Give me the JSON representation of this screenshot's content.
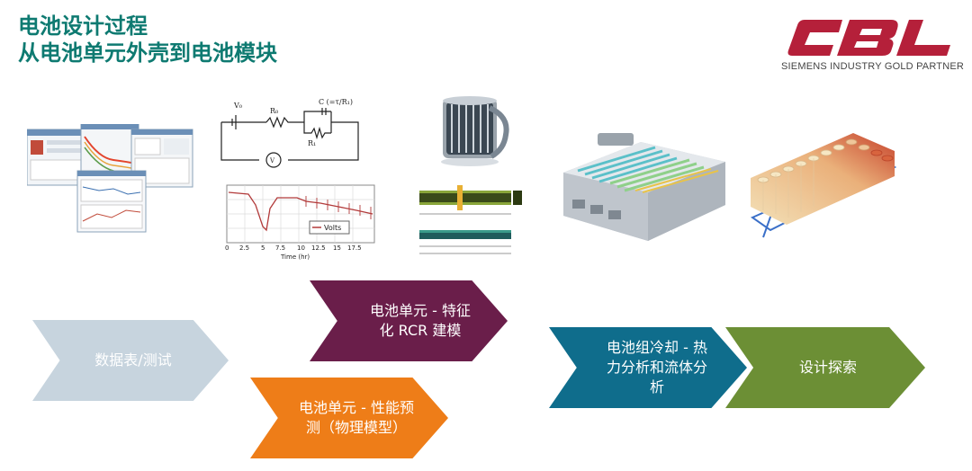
{
  "title": {
    "line1": "电池设计过程",
    "line2": "从电池单元外壳到电池模块"
  },
  "logo": {
    "brand": "CBL",
    "tagline": "SIEMENS INDUSTRY GOLD PARTNER",
    "brand_color": "#b5203a"
  },
  "chart_panel": {
    "legend": "Volts",
    "xlabel": "Time (hr)",
    "ticks": [
      "0",
      "2.5",
      "5",
      "7.5",
      "10",
      "12.5",
      "15",
      "17.5"
    ]
  },
  "steps": [
    {
      "label": "数据表/测试",
      "color": "#c7d4de"
    },
    {
      "label": "电池单元 - 特征化 RCR 建模",
      "color": "#6a1e4a"
    },
    {
      "label": "电池单元 - 性能预测（物理模型）",
      "color": "#ee7d18"
    },
    {
      "label": "电池组冷却 - 热力分析和流体分析",
      "color": "#0f6d8c"
    },
    {
      "label": "设计探索",
      "color": "#6c8f35"
    }
  ]
}
